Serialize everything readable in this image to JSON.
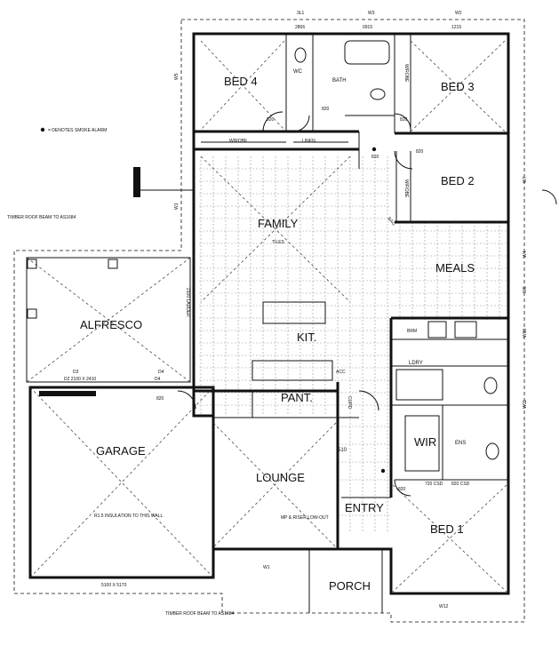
{
  "legend": {
    "smoke_alarm": "= DENOTES SMOKE ALARM"
  },
  "rooms": {
    "bed4": "BED 4",
    "wc": "WC",
    "bath": "BATH",
    "bed3": "BED 3",
    "bed2": "BED 2",
    "family": "FAMILY",
    "family_finish": "TILES",
    "meals": "MEALS",
    "alfresco": "ALFRESCO",
    "kit": "KIT.",
    "pant": "PANT.",
    "garage": "GARAGE",
    "lounge": "LOUNGE",
    "entry": "ENTRY",
    "porch": "PORCH",
    "bed1": "BED 1",
    "wir": "WIR",
    "ens": "ENS",
    "ldry": "LDRY"
  },
  "fixtures": {
    "wrobe": "W/ROBE",
    "linen": "LINEN",
    "wrobe_b3": "W/ROBE",
    "wrobe_b2": "W/ROBE",
    "bag": "BAG",
    "brm": "BRM",
    "acc": "ACC",
    "cupd": "CUPD"
  },
  "dims_top": [
    "3L1",
    "W3",
    "W2",
    "2806",
    "0915",
    "1215"
  ],
  "notes": {
    "beam_top": "TIMBER ROOF BEAM TO AS1684",
    "alfresco_size": "D2 2100 X 2410",
    "beam_alfresco": "2100 LADDER",
    "insulation": "R1.5 INSULATION TO THIS WALL",
    "garage_size": "5100 X 5170",
    "beam_bottom": "TIMBER ROOF BEAM TO AS1684",
    "d5": "510",
    "riser": "MP & RISER LOW-OUT",
    "d4": "D4"
  },
  "door_labels": [
    "820",
    "820",
    "820",
    "820",
    "820",
    "820",
    "720 CSD",
    "820 CSD",
    "820"
  ],
  "window_labels": [
    "W5",
    "W1",
    "W4",
    "W6",
    "W7",
    "W10",
    "W11",
    "W12",
    "W1",
    "D3",
    "D4"
  ]
}
